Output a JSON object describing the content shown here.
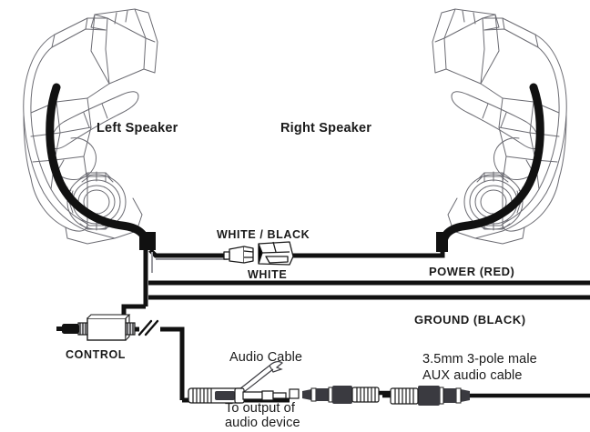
{
  "diagram": {
    "title": "Speaker and AUX audio wiring diagram",
    "labels": {
      "left_speaker": "Left Speaker",
      "right_speaker": "Right Speaker",
      "white_black": "WHITE / BLACK",
      "white": "WHITE",
      "power_red": "POWER (RED)",
      "ground_black": "GROUND (BLACK)",
      "control": "CONTROL",
      "audio_cable": "Audio Cable",
      "to_output_line1": "To output of",
      "to_output_line2": "audio device",
      "aux_line1": "3.5mm 3-pole male",
      "aux_line2": "AUX audio cable"
    },
    "colors": {
      "wire": "#111111",
      "outline": "#6b6b72",
      "text": "#1a1a1a",
      "background": "#ffffff",
      "connector_fill": "#ffffff",
      "shadow": "#9a9aa0"
    }
  }
}
